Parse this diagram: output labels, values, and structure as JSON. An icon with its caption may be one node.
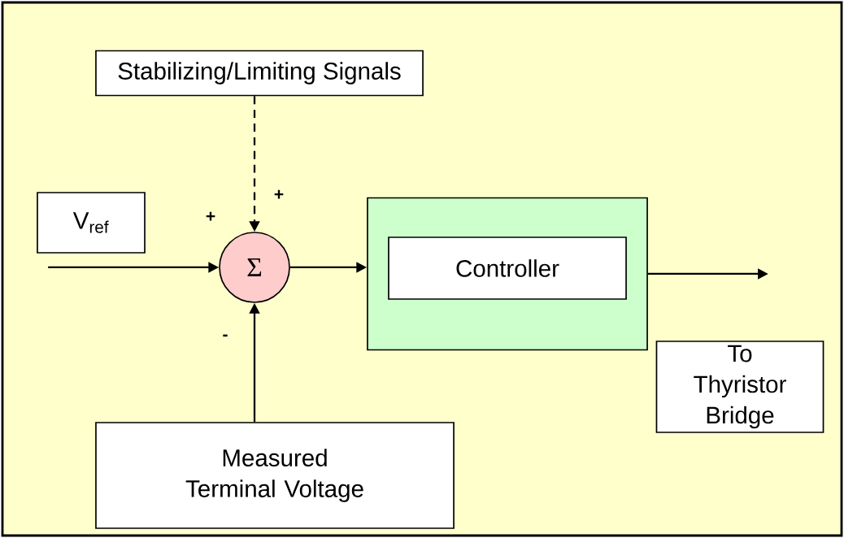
{
  "diagram": {
    "nodes": [
      {
        "text": [
          "Stabilizing/Limiting Signals"
        ]
      },
      {
        "text": [
          "V$_{ref}$"
        ]
      },
      {
        "text": [
          "Σ"
        ]
      },
      {
        "text": [],
        "shape": "box"
      },
      {
        "text": [
          "Controller"
        ],
        "in": 3
      },
      {
        "text": [
          "Measured Terminal Voltage"
        ]
      },
      {
        "text": [
          "To Thyristor Bridge"
        ]
      }
    ],
    "edges": [
      {
        "from": 0,
        "to": 2,
        "arrow": "to",
        "style": "dashed"
      },
      {
        "from": 1,
        "to": 2,
        "arrow": "to"
      },
      {
        "from": 2,
        "to": 3,
        "arrow": "to"
      },
      {
        "from": 3,
        "to": null,
        "arrow": "to"
      },
      {
        "from": 5,
        "to": 2,
        "arrow": "to"
      }
    ],
    "labels": [
      "+",
      "+",
      "-"
    ]
  }
}
